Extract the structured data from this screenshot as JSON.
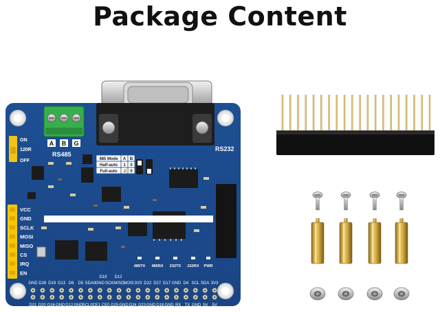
{
  "title": "Package Content",
  "board": {
    "rs232_label": "RS232",
    "rs485_label": "RS485",
    "terminal_labels": [
      "A",
      "B",
      "G"
    ],
    "left_switch_labels": [
      "ON",
      "120R",
      "OFF"
    ],
    "spi_labels": [
      "VCC",
      "GND",
      "SCLK",
      "MOSI",
      "MISO",
      "CS",
      "IRQ",
      "EN"
    ],
    "mode_table": {
      "header": [
        "485 Mode",
        "A",
        "B"
      ],
      "rows": [
        [
          "Half-auto",
          "1",
          "0"
        ],
        [
          "Full-auto",
          "1",
          "0"
        ]
      ]
    },
    "led_labels": [
      "485TX",
      "485RX",
      "232TX",
      "232RX",
      "PWR"
    ],
    "gpio_top_labels": [
      "GND",
      "D26",
      "D19",
      "D13",
      "D6",
      "D5",
      "SDA0",
      "GND",
      "SCK",
      "MISO",
      "MOSI",
      "3V3",
      "D22",
      "D27",
      "D17",
      "GND",
      "D4",
      "SCL",
      "SDA",
      "3V3"
    ],
    "gpio_bottom_labels": [
      "D21",
      "D20",
      "D16",
      "GND",
      "D12",
      "GND",
      "SCL0",
      "CE1",
      "CE0",
      "D25",
      "GND",
      "D24",
      "D23",
      "GND",
      "D18",
      "GND",
      "RX",
      "TX",
      "GND",
      "5V",
      "5V"
    ],
    "header_labels_mid": [
      "D19",
      "D12"
    ]
  },
  "accessories": {
    "pin_header_count": 20,
    "screw_count": 4,
    "standoff_count": 4,
    "nut_count": 4
  }
}
